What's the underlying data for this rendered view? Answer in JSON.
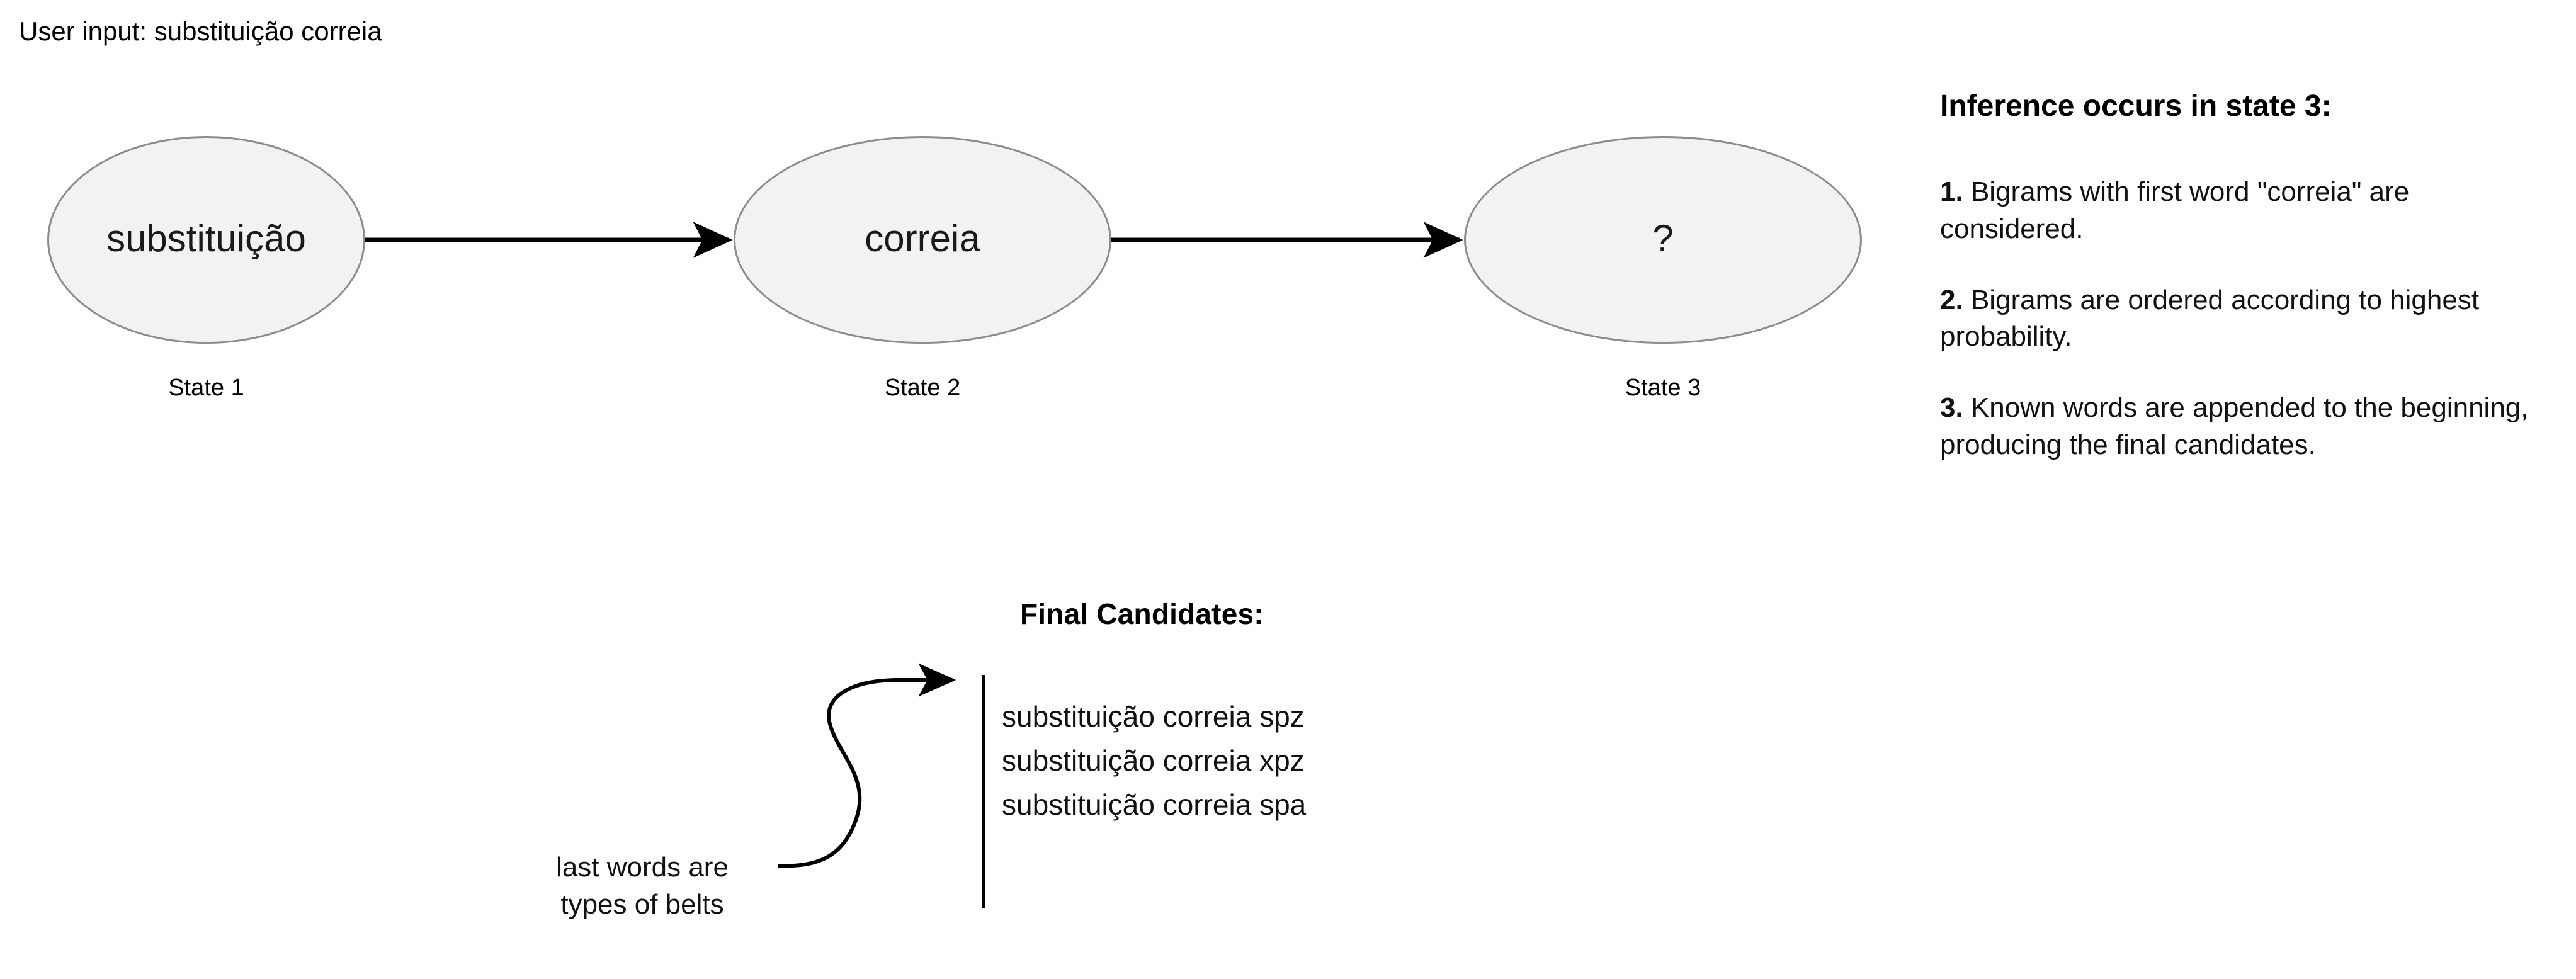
{
  "user_input": {
    "prefix": "User input:",
    "text": "substituição correia",
    "full": "User input: substituição correia"
  },
  "diagram": {
    "type": "state-transition-chain",
    "node_fill": "#f2f2f2",
    "node_stroke": "#8c8c8c",
    "edge_color": "#000000",
    "nodes": [
      {
        "id": "state1",
        "label": "substituição",
        "caption": "State 1"
      },
      {
        "id": "state2",
        "label": "correia",
        "caption": "State 2"
      },
      {
        "id": "state3",
        "label": "?",
        "caption": "State 3"
      }
    ],
    "edges": [
      {
        "from": "state1",
        "to": "state2",
        "style": "straight-arrow"
      },
      {
        "from": "state2",
        "to": "state3",
        "style": "straight-arrow"
      },
      {
        "from": "annotation-note",
        "to": "candidates-bar",
        "style": "curved-arrow"
      }
    ]
  },
  "final_candidates": {
    "title": "Final Candidates:",
    "items": [
      "substituição correia spz",
      "substituição correia xpz",
      "substituição correia spa"
    ]
  },
  "annotation": {
    "line1": "last words are",
    "line2": "types of belts"
  },
  "explanation": {
    "heading": "Inference occurs in state 3:",
    "steps": [
      {
        "num": "1.",
        "text": "Bigrams with first word \"correia\" are considered."
      },
      {
        "num": "2.",
        "text": "Bigrams are ordered according to highest probability."
      },
      {
        "num": "3.",
        "text": "Known words are appended to the beginning, producing the final candidates."
      }
    ]
  }
}
